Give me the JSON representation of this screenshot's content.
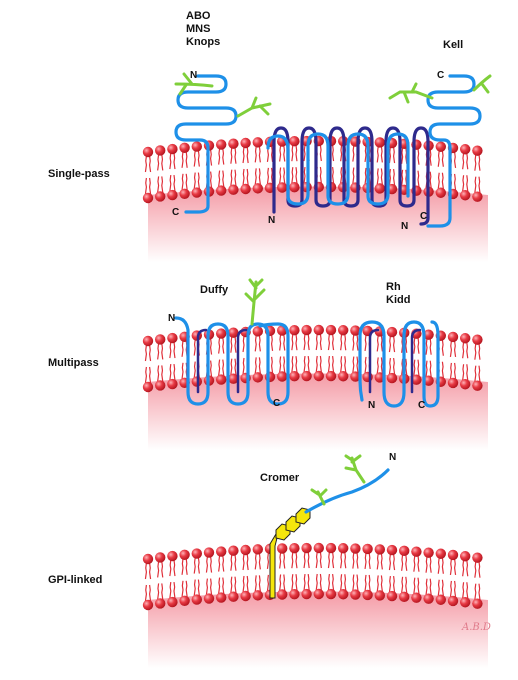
{
  "sections": [
    {
      "label": "Single-pass",
      "antigens_left": [
        "ABO",
        "MNS",
        "Knops"
      ],
      "antigens_right": [
        "Kell"
      ]
    },
    {
      "label": "Multipass",
      "antigens_left": [
        "Duffy"
      ],
      "antigens_right": [
        "Rh",
        "Kidd"
      ]
    },
    {
      "label": "GPI-linked",
      "antigens": [
        "Cromer"
      ]
    }
  ],
  "termini": {
    "n": "N",
    "c": "C"
  },
  "signature": "A.B.D",
  "colors": {
    "membrane_pink": "#f7c6cb",
    "lipid_head": "#e0303a",
    "protein_blue": "#1e90e8",
    "protein_navy": "#2e2a8c",
    "glycan_green": "#7fcf3a",
    "gpi_yellow": "#f5e60c"
  }
}
